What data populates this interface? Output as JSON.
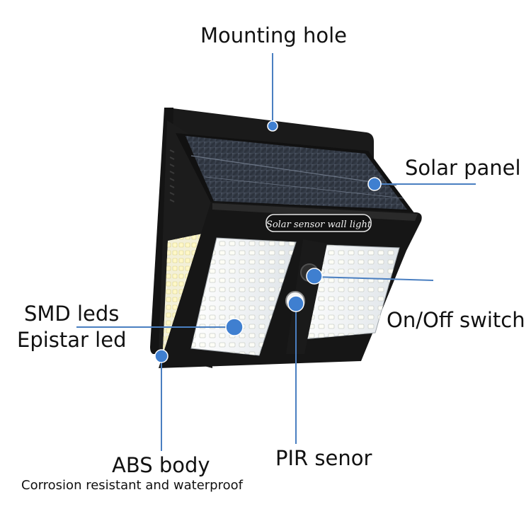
{
  "product": {
    "printed_label": "Solar sensor wall light"
  },
  "callouts": {
    "mounting_hole": "Mounting hole",
    "solar_panel": "Solar panel",
    "smd_leds": "SMD leds",
    "epistar_led": "Epistar led",
    "on_off_switch": "On/Off switch",
    "abs_body": "ABS body",
    "abs_body_note": "Corrosion resistant and waterproof",
    "pir_sensor": "PIR senor"
  },
  "colors": {
    "callout_line": "#4a7fc1",
    "callout_dot": "#3f7fd0",
    "body": "#161616",
    "led_panel": "#e8ecef",
    "led": "#fbfbf4",
    "solar_cell": "#2e3440"
  }
}
